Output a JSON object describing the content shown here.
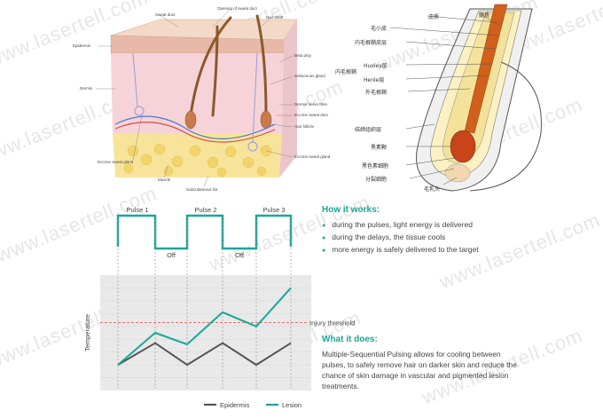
{
  "watermark": "www.lasertell.com",
  "skin_labels": {
    "opening_of_sweat_duct": "Opening of sweat duct",
    "sweat_duct": "Sweat duct",
    "hair_shaft": "Hair shaft",
    "epidermis": "Epidermis",
    "dermis": "Dermis",
    "beta_ploy": "Beta ploy",
    "sebaceous_gland": "Sebaceous gland",
    "dermal_nerve_fibre": "Dermal nerve fibre",
    "eccrine_sweat_duct": "Eccrine sweat duct",
    "hair_follicle": "Hair follicle",
    "eccrine_sweat_gland_right": "Eccrine sweat gland",
    "eccrine_sweat_gland_left": "Eccrine sweat gland",
    "muscle": "Muscle",
    "subcutaneous_fat": "Subcutaneous fat"
  },
  "hair_labels": {
    "pi_zhi": "皮质",
    "sui_zhi": "髓质",
    "mao_xiao_pi": "毛小皮",
    "nei_mao_gen_qiao_pi_ceng": "内毛根鞘皮层",
    "huxley": "Huxley层",
    "henle": "Henle层",
    "nei_mao_gen_qiao": "内毛根鞘",
    "wai_mao_gen_qiao": "外毛根鞘",
    "jie_di_zu_zhi_ceng": "结缔组织层",
    "hei_su_ji": "黑素颗",
    "hei_su_xi_bao": "黑色素细胞",
    "fen_lie_xi_bao": "分裂细胞",
    "mao_ru_tou": "毛乳头"
  },
  "pulse_chart": {
    "pulses": [
      "Pulse 1",
      "Pulse 2",
      "Pulse 3"
    ],
    "off_labels": [
      "Off",
      "Off"
    ]
  },
  "chart_data": {
    "type": "line",
    "title": "",
    "xlabel": "",
    "ylabel": "Temperature",
    "x": [
      0,
      1,
      2,
      3,
      4,
      5
    ],
    "series": [
      {
        "name": "Epidermis",
        "color": "#555555",
        "values": [
          2.0,
          3.7,
          2.0,
          3.7,
          2.0,
          3.7
        ]
      },
      {
        "name": "Lesion",
        "color": "#1aa79a",
        "values": [
          2.0,
          4.5,
          3.6,
          6.1,
          5.0,
          8.0
        ]
      }
    ],
    "threshold": {
      "label": "Injury threshold",
      "value": 5.3,
      "color": "#e06060"
    },
    "ylim": [
      0,
      9
    ],
    "grid": true,
    "legend": "bottom"
  },
  "how_it_works": {
    "title": "How it works:",
    "items": [
      "during the pulses, light energy is delivered",
      "during the delays, the tissue cools",
      "more energy is safely delivered to the target"
    ]
  },
  "what_it_does": {
    "title": "What it does:",
    "text": "Multiple-Sequential Pulsing allows for cooling between pulses, to safely remove hair on darker skin and reduce the chance of skin damage in vascular and pigmented lesion treatments."
  }
}
